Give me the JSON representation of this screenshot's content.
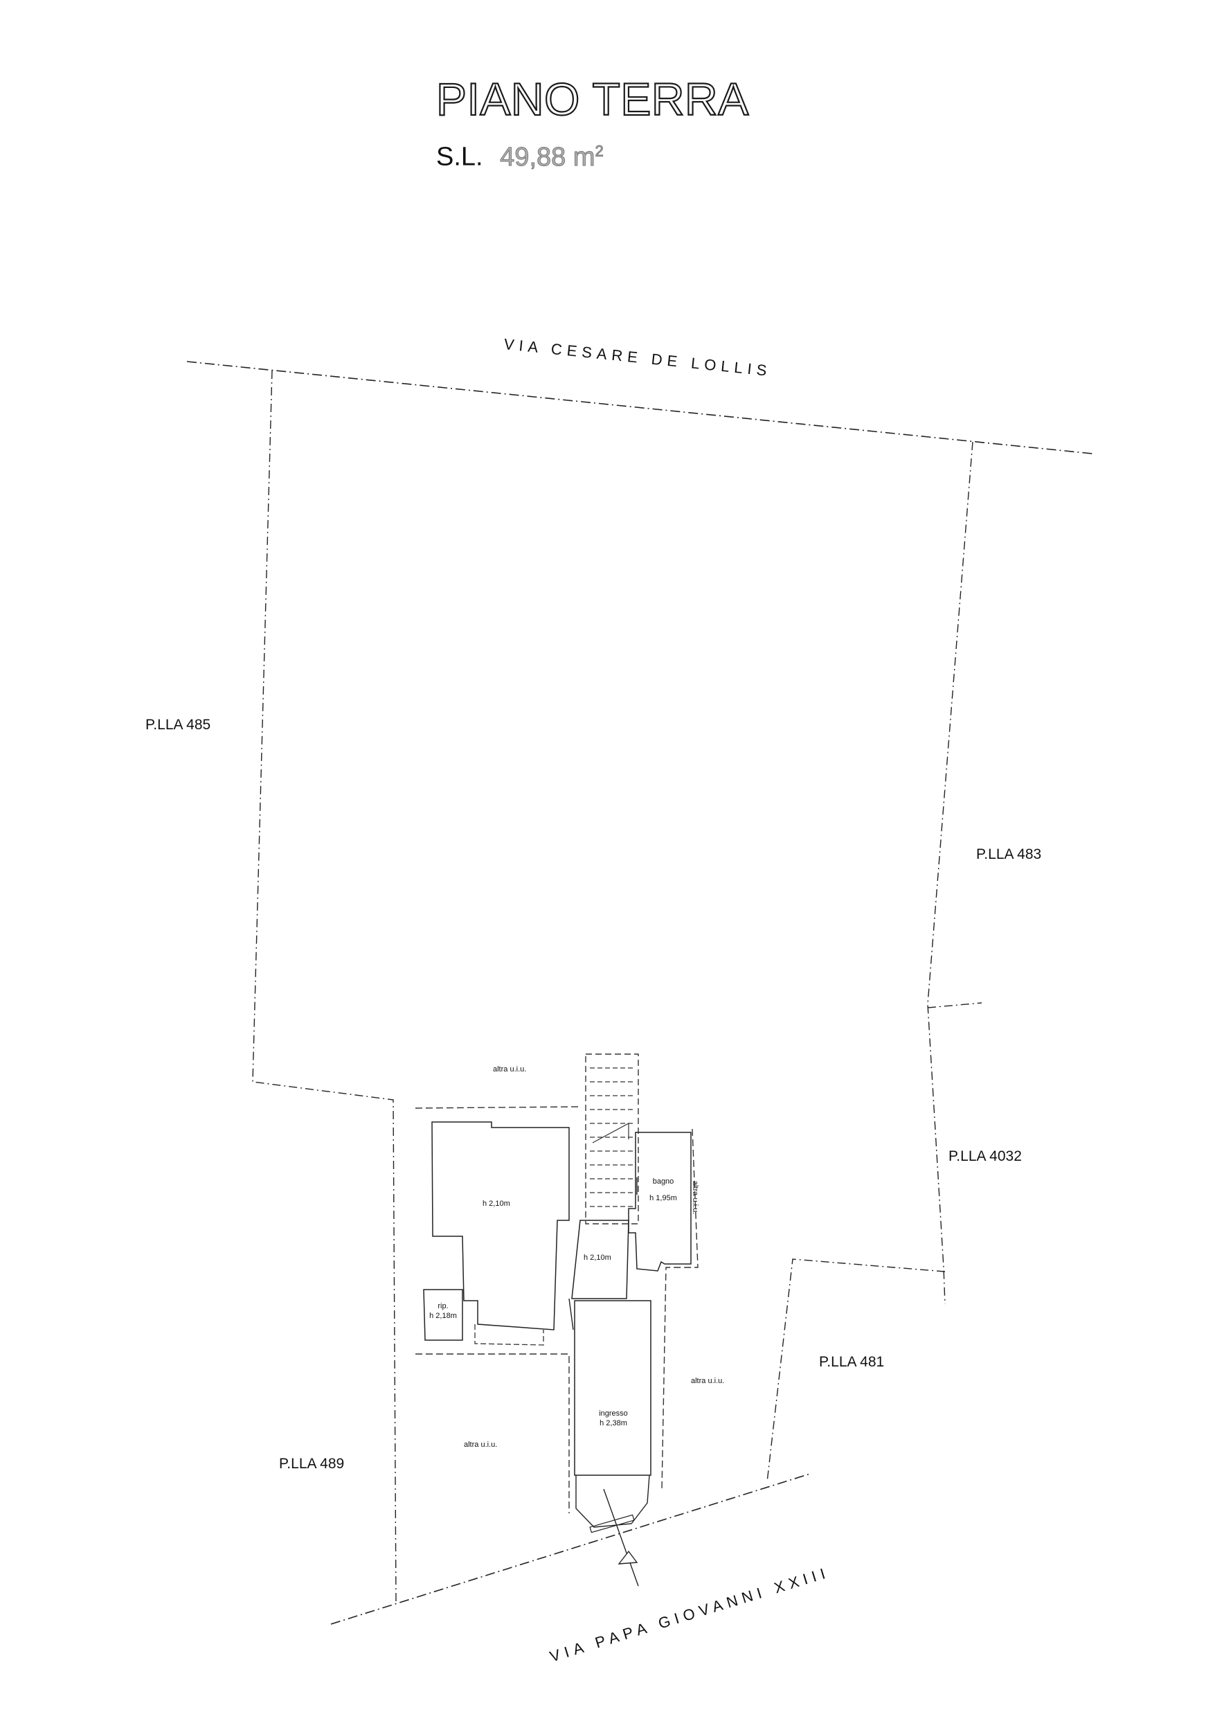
{
  "title": "PIANO TERRA",
  "area": {
    "label": "S.L.",
    "value": "49,88",
    "unit": "m",
    "unit_exp": "2"
  },
  "streets": {
    "north": "VIA CESARE DE LOLLIS",
    "south": "VIA PAPA GIOVANNI XXIII"
  },
  "parcels": {
    "p485": "P.LLA 485",
    "p483": "P.LLA 483",
    "p4032": "P.LLA 4032",
    "p481": "P.LLA 481",
    "p489": "P.LLA 489"
  },
  "rooms": {
    "main_height": "h 2,10m",
    "rip_name": "rip.",
    "rip_height": "h 2,18m",
    "passage_height": "h 2,10m",
    "bagno_name": "bagno",
    "bagno_height": "h 1,95m",
    "ingresso_name": "ingresso",
    "ingresso_height": "h 2,38m"
  },
  "other_units": {
    "top": "altra u.i.u.",
    "right_vertical": "altra u.i.u.",
    "right_mid": "altra u.i.u.",
    "left_bottom": "altra u.i.u."
  },
  "colors": {
    "line": "#222222",
    "area_value": "#aaaaaa"
  }
}
